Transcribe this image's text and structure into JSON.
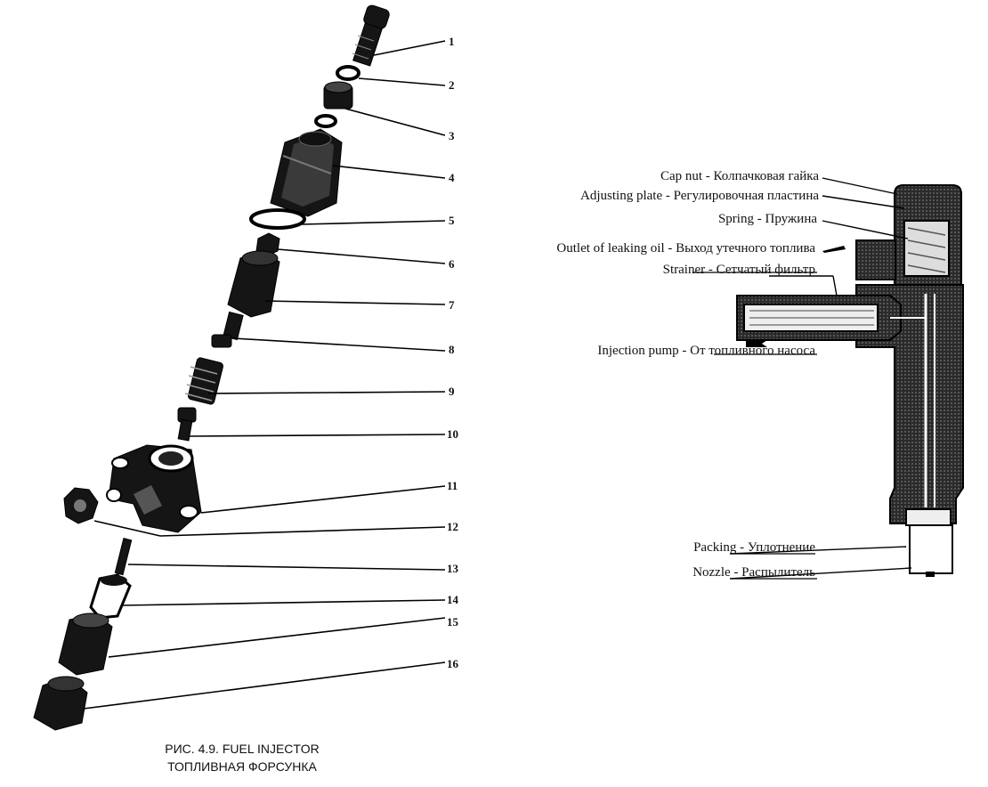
{
  "figure": {
    "caption_line1": "РИС. 4.9. FUEL INJECTOR",
    "caption_line2": "ТОПЛИВНАЯ ФОРСУНКА"
  },
  "exploded_view": {
    "part_numbers": [
      "1",
      "2",
      "3",
      "4",
      "5",
      "6",
      "7",
      "8",
      "9",
      "10",
      "11",
      "12",
      "13",
      "14",
      "15",
      "16"
    ]
  },
  "section_view": {
    "labels": [
      {
        "en": "Cap nut",
        "ru": "Колпачковая гайка"
      },
      {
        "en": "Adjusting plate",
        "ru": "Регулировочная пластина"
      },
      {
        "en": "Spring",
        "ru": "Пружина"
      },
      {
        "en": "Outlet of leaking oil",
        "ru": "Выход утечного топлива"
      },
      {
        "en": "Strainer",
        "ru": "Сетчатый фильтр"
      },
      {
        "en": "Injection pump",
        "ru": "От топливного насоса"
      },
      {
        "en": "Packing",
        "ru": "Уплотнение"
      },
      {
        "en": "Nozzle",
        "ru": "Распылитель"
      }
    ]
  }
}
